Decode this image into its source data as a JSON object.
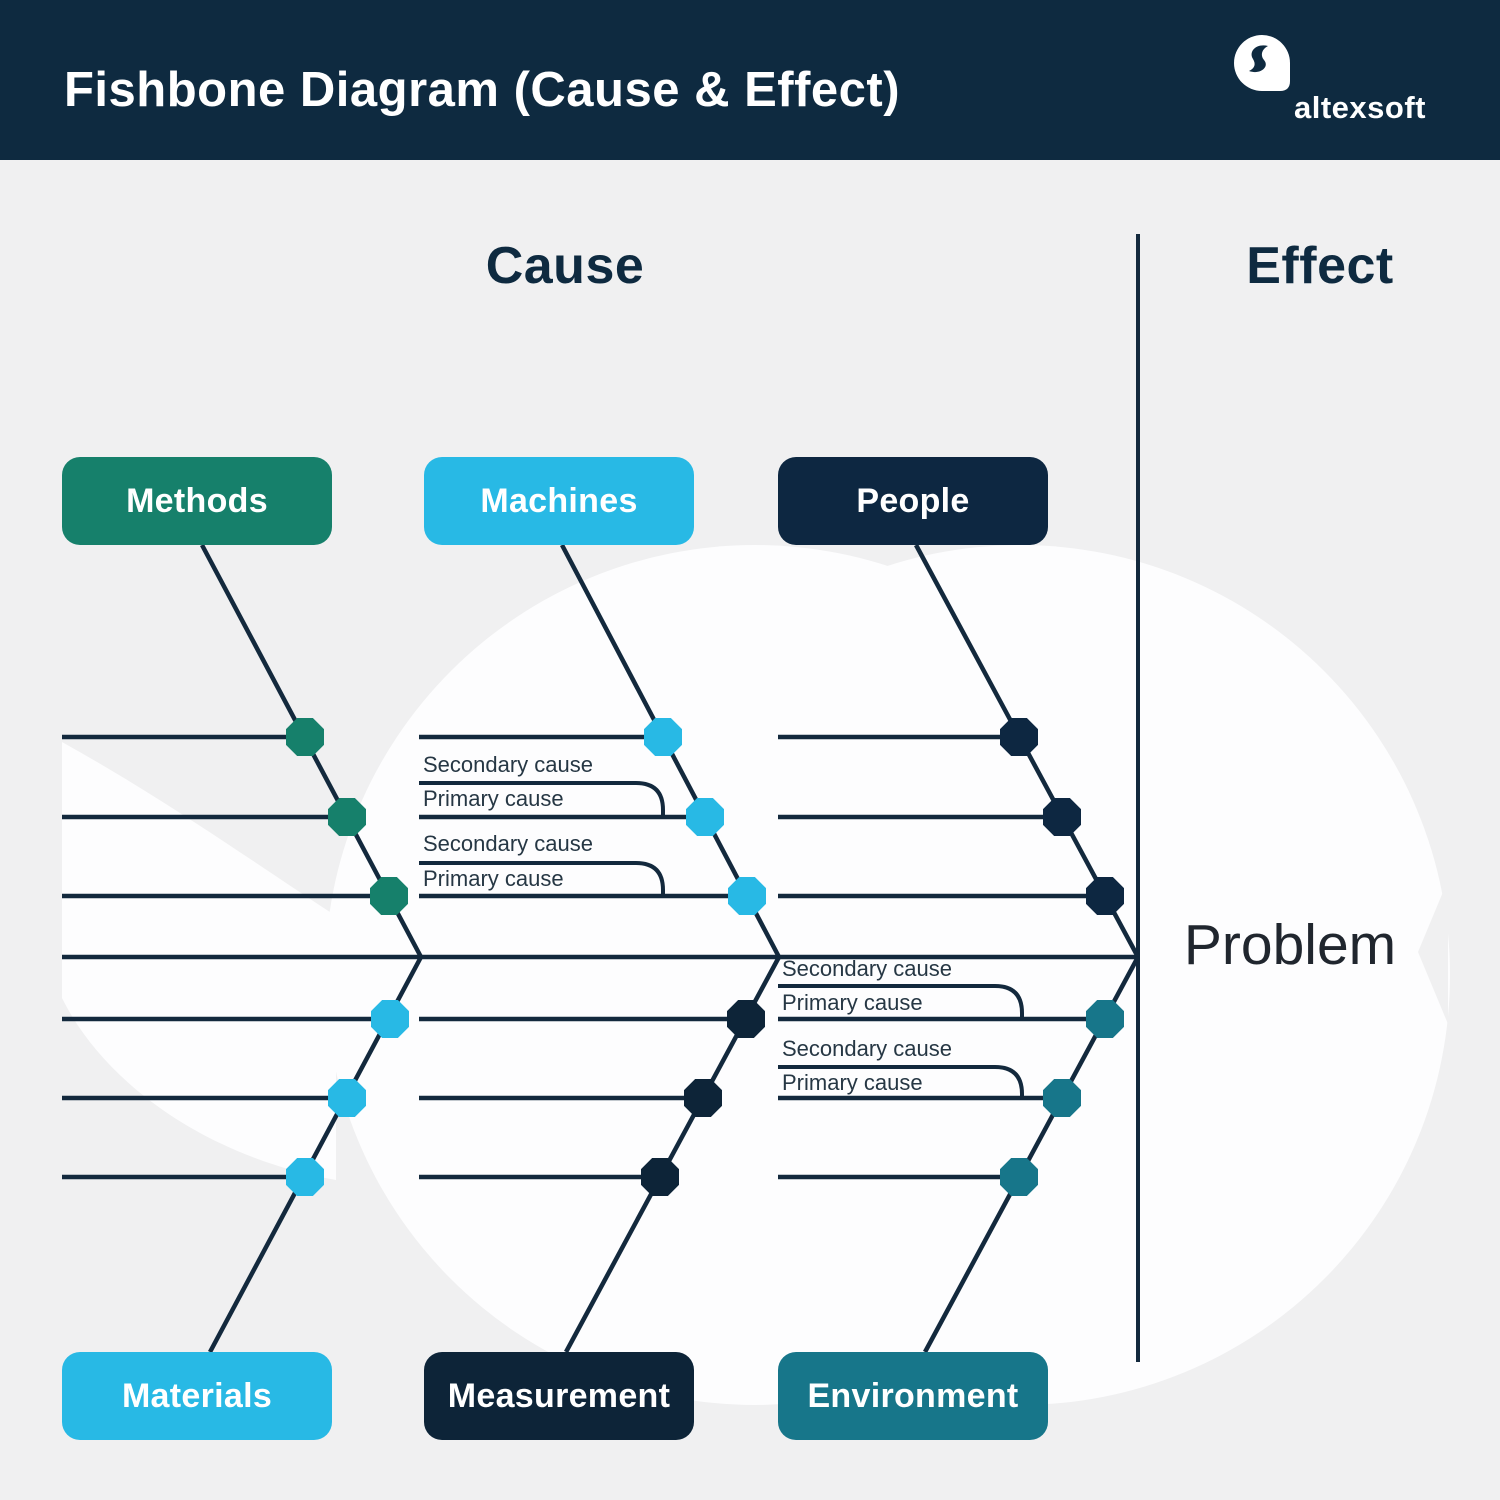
{
  "header": {
    "title": "Fishbone Diagram (Cause & Effect)",
    "brand": "altexsoft"
  },
  "diagram": {
    "cause_heading": "Cause",
    "effect_heading": "Effect",
    "problem_label": "Problem",
    "branch_labels": {
      "secondary": "Secondary cause",
      "primary": "Primary cause"
    }
  },
  "categories": [
    {
      "id": "methods",
      "label": "Methods",
      "color": "#16806b",
      "side": "top"
    },
    {
      "id": "machines",
      "label": "Machines",
      "color": "#28b9e5",
      "side": "top"
    },
    {
      "id": "people",
      "label": "People",
      "color": "#0d2741",
      "side": "top"
    },
    {
      "id": "materials",
      "label": "Materials",
      "color": "#28b9e5",
      "side": "bottom"
    },
    {
      "id": "measurement",
      "label": "Measurement",
      "color": "#0d2438",
      "side": "bottom"
    },
    {
      "id": "environment",
      "label": "Environment",
      "color": "#17768a",
      "side": "bottom"
    }
  ],
  "colors": {
    "header_bg": "#0e2a40",
    "canvas_bg": "#f0f0f1",
    "fish_silhouette": "#fdfdfe",
    "bone_line": "#13293d",
    "heading_text": "#0e2a40",
    "problem_text": "#20262e",
    "small_label_text": "#263744",
    "box_text": "#ffffff"
  }
}
